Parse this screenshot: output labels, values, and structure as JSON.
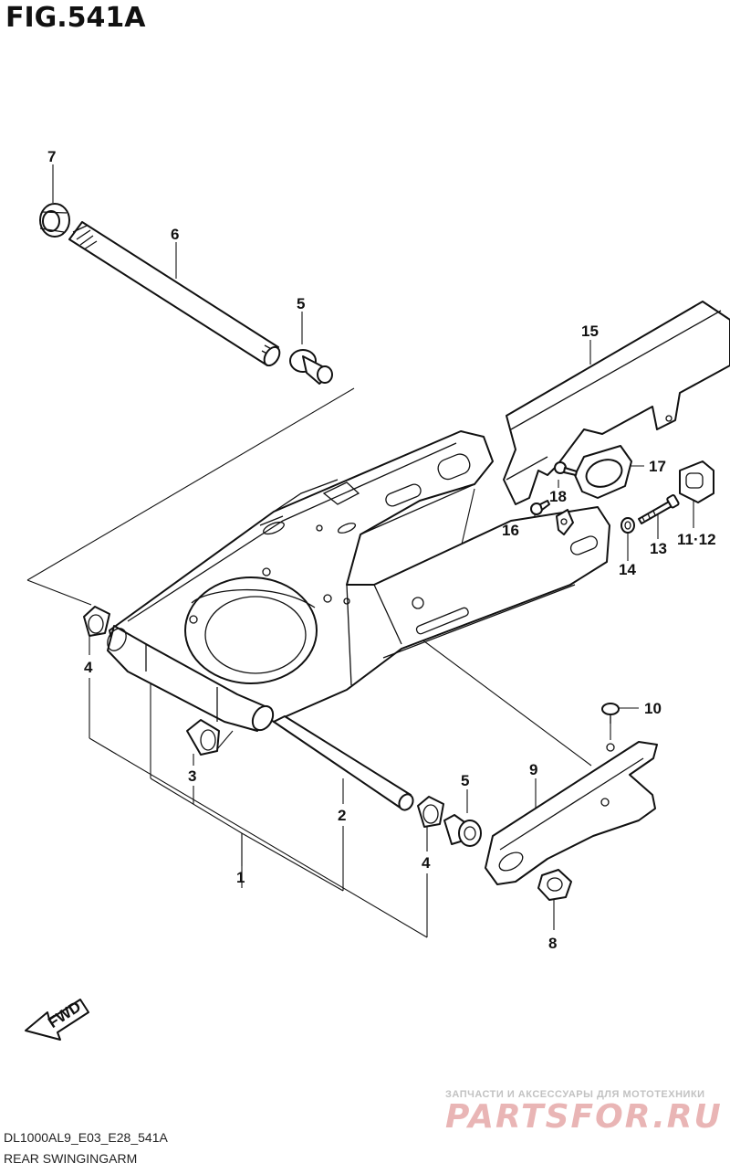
{
  "figure": {
    "title": "FIG.541A",
    "model_code": "DL1000AL9_E03_E28_541A",
    "section_name": "REAR SWINGINGARM"
  },
  "callouts": [
    "7",
    "6",
    "5",
    "15",
    "17",
    "18",
    "16",
    "11·12",
    "13",
    "14",
    "4",
    "10",
    "3",
    "9",
    "5",
    "2",
    "4",
    "1",
    "8"
  ],
  "direction_arrow": {
    "label": "FWD",
    "icon": "fwd-arrow-icon"
  },
  "watermark": {
    "tagline": "ЗАПЧАСТИ И АКСЕССУАРЫ ДЛЯ МОТОТЕХНИКИ",
    "brand": "PARTSFOR",
    "domain": ".RU",
    "color": "#e9b5b5"
  }
}
